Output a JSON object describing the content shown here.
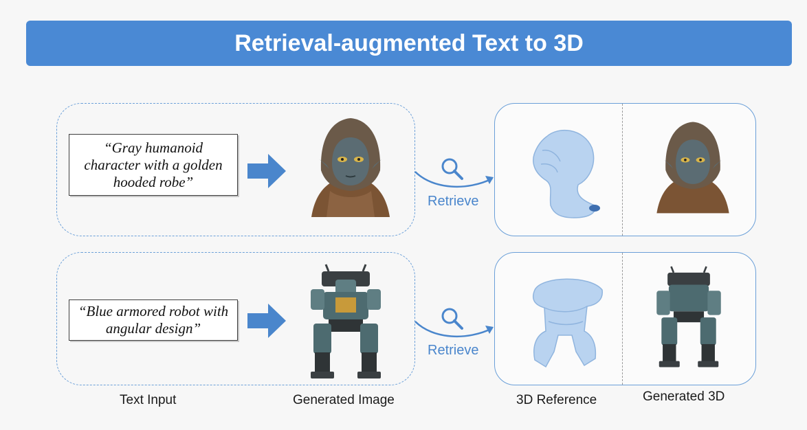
{
  "title": "Retrieval-augmented Text to 3D",
  "rows": [
    {
      "prompt": "“Gray humanoid character with a golden hooded robe”",
      "retrieve_label": "Retrieve"
    },
    {
      "prompt": "“Blue armored robot with angular design”",
      "retrieve_label": "Retrieve"
    }
  ],
  "captions": {
    "text_input": "Text Input",
    "generated_image": "Generated Image",
    "reference_3d": "3D Reference",
    "generated_3d": "Generated 3D"
  },
  "colors": {
    "banner": "#4a89d4",
    "accent": "#4a86cc",
    "ghost_mesh": "#b9d3f0"
  },
  "icons": [
    "block-arrow-icon",
    "magnifier-icon",
    "curved-arrow-icon"
  ]
}
